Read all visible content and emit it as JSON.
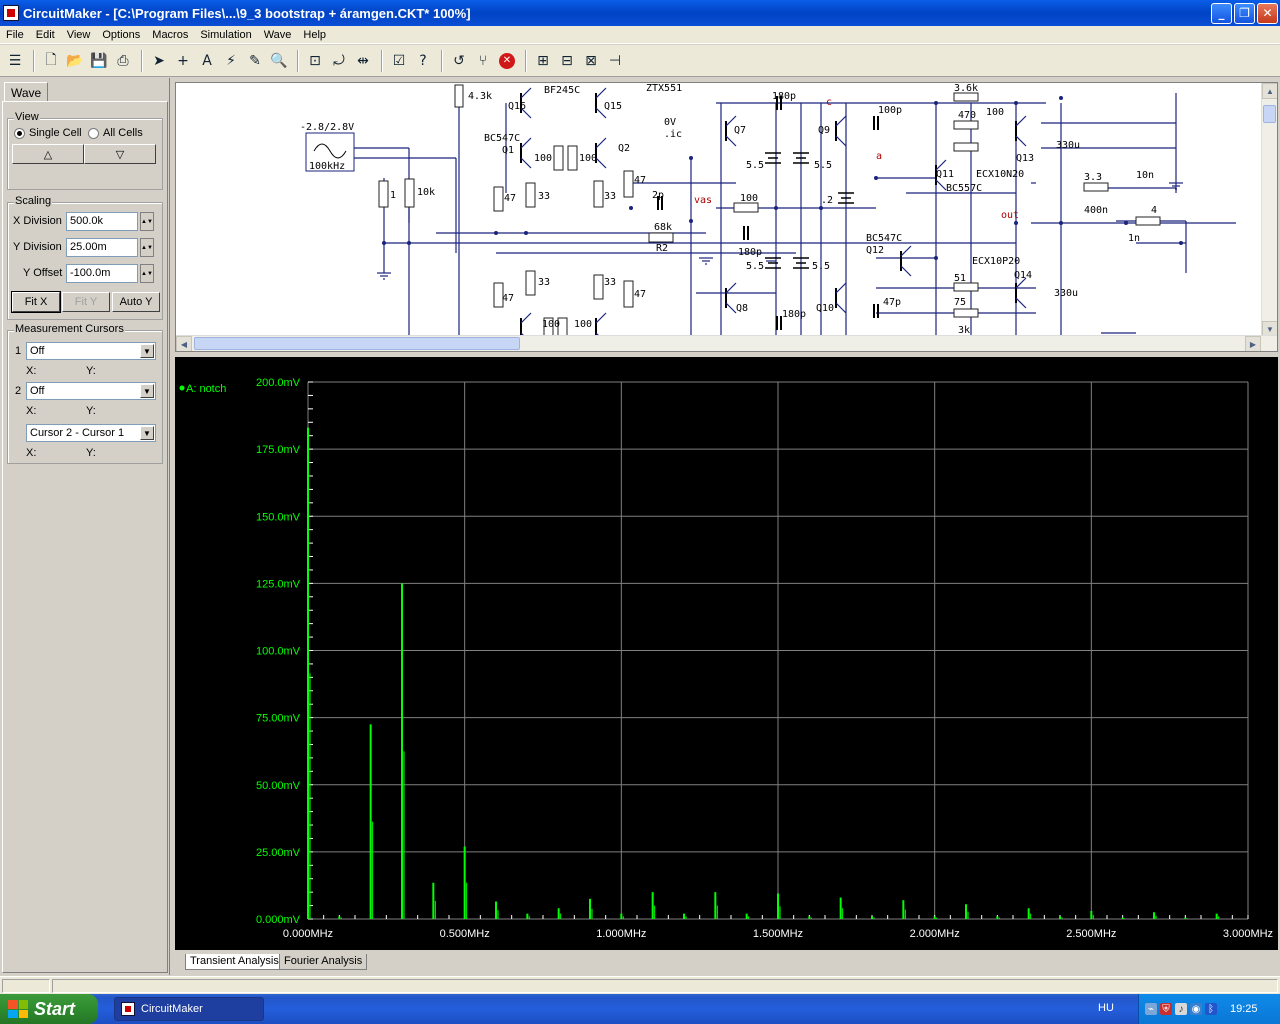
{
  "window": {
    "title": "CircuitMaker - [C:\\Program Files\\...\\9_3 bootstrap + áramgen.CKT* 100%]"
  },
  "menu": [
    "File",
    "Edit",
    "View",
    "Options",
    "Macros",
    "Simulation",
    "Wave",
    "Help"
  ],
  "panel": {
    "tab": "Wave",
    "view_label": "View",
    "single_cell": "Single Cell",
    "all_cells": "All Cells",
    "up_glyph": "△",
    "down_glyph": "▽",
    "scaling_label": "Scaling",
    "x_division_label": "X Division",
    "x_division_value": "500.0k",
    "y_division_label": "Y Division",
    "y_division_value": "25.00m",
    "y_offset_label": "Y Offset",
    "y_offset_value": "-100.0m",
    "fit_x": "Fit X",
    "fit_y": "Fit Y",
    "auto_y": "Auto Y",
    "cursors_label": "Measurement Cursors",
    "cursor1_num": "1",
    "cursor1_value": "Off",
    "cursor2_num": "2",
    "cursor2_value": "Off",
    "x_label": "X:",
    "y_label": "Y:",
    "diff_value": "Cursor 2 - Cursor 1"
  },
  "schematic": {
    "labels": [
      "4.3k",
      "BF245C",
      "ZTX551",
      "Q16",
      "Q15",
      "180p",
      "c",
      "3.6k",
      "-2.8/2.8V",
      "0V",
      ".ic",
      "470",
      "100p",
      "BC547C",
      "100",
      "100",
      "Q2",
      "Q1",
      "Q7",
      "Q9",
      "100",
      "330u",
      "100kHz",
      "1",
      "10k",
      "47",
      "33",
      "33",
      "47",
      "2p",
      "vas",
      "100",
      "5.5",
      "5.5",
      "a",
      "Q11",
      "Q13",
      "ECX10N20",
      "BC557C",
      "3.3",
      "10n",
      ".2",
      "out",
      "400n",
      "4",
      "68k",
      "R2",
      "180p",
      "1n",
      "BC547C",
      "Q12",
      "ECX10P20",
      "Q14",
      "5.5",
      "5.5",
      "33",
      "33",
      "47",
      "47",
      "51",
      "330u",
      "100",
      "100",
      "47p",
      "Q8",
      "180p",
      "Q10",
      "75",
      "3k"
    ]
  },
  "chart_data": {
    "type": "bar",
    "series": [
      {
        "name": "A: notch",
        "color": "#00ff00"
      }
    ],
    "x_unit": "MHz",
    "x": [
      0.0,
      0.1,
      0.2,
      0.3,
      0.4,
      0.5,
      0.6,
      0.7,
      0.8,
      0.9,
      1.0,
      1.1,
      1.2,
      1.3,
      1.4,
      1.5,
      1.6,
      1.7,
      1.8,
      1.9,
      2.0,
      2.1,
      2.2,
      2.3,
      2.4,
      2.5,
      2.6,
      2.7,
      2.8,
      2.9
    ],
    "values": [
      183,
      1,
      72.5,
      125,
      13.5,
      27,
      6.5,
      2,
      4,
      7.5,
      2,
      10,
      2,
      10,
      2,
      9.5,
      1,
      8,
      1,
      7,
      1,
      5.5,
      1,
      4,
      1,
      3,
      0.5,
      2.5,
      0.5,
      2
    ],
    "xlim": [
      0,
      3.0
    ],
    "ylim": [
      0,
      200
    ],
    "x_ticks": [
      "0.000MHz",
      "0.500MHz",
      "1.000MHz",
      "1.500MHz",
      "2.000MHz",
      "2.500MHz",
      "3.000MHz"
    ],
    "y_ticks": [
      "0.000mV",
      "25.00mV",
      "50.00mV",
      "75.00mV",
      "100.0mV",
      "125.0mV",
      "150.0mV",
      "175.0mV",
      "200.0mV"
    ],
    "grid": true,
    "legend": "top-left",
    "background": "#000000",
    "grid_color": "#808080"
  },
  "bottom_tabs": [
    "Transient Analysis",
    "Fourier Analysis"
  ],
  "taskbar": {
    "start": "Start",
    "task": "CircuitMaker",
    "lang": "HU",
    "clock": "19:25"
  }
}
